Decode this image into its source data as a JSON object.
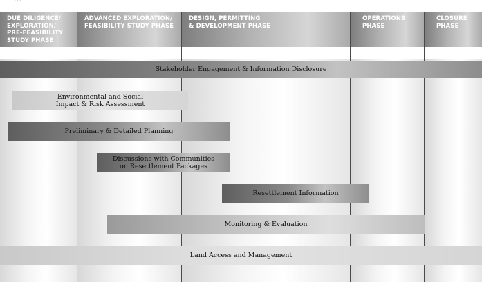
{
  "figure_caption": "…",
  "phases": [
    {
      "id": "due-diligence",
      "label": "DUE DILIGENCE/\nEXPLORATION/\nPRE-FEASIBILITY\nSTUDY PHASE"
    },
    {
      "id": "advanced-exploration",
      "label": "ADVANCED EXPLORATION/\nFEASIBILITY STUDY PHASE"
    },
    {
      "id": "design",
      "label": "DESIGN, PERMITTING\n& DEVELOPMENT PHASE"
    },
    {
      "id": "operations",
      "label": "OPERATIONS\nPHASE"
    },
    {
      "id": "closure",
      "label": "CLOSURE\nPHASE"
    }
  ],
  "activities": [
    {
      "id": "stakeholder",
      "label": "Stakeholder Engagement & Information Disclosure",
      "start_phase": "due-diligence",
      "end_phase": "closure"
    },
    {
      "id": "env-impact",
      "label": "Environmental and Social\nImpact & Risk Assessment",
      "start_phase": "due-diligence",
      "end_phase": "design"
    },
    {
      "id": "planning",
      "label": "Preliminary & Detailed Planning",
      "start_phase": "due-diligence",
      "end_phase": "design"
    },
    {
      "id": "discussions",
      "label": "Discussions with Communities\non Resettlement Packages",
      "start_phase": "advanced-exploration",
      "end_phase": "design"
    },
    {
      "id": "resettlement",
      "label": "Resettlement Information",
      "start_phase": "design",
      "end_phase": "operations"
    },
    {
      "id": "monitoring",
      "label": "Monitoring & Evaluation",
      "start_phase": "advanced-exploration",
      "end_phase": "operations"
    },
    {
      "id": "land-access",
      "label": "Land Access and Management",
      "start_phase": "due-diligence",
      "end_phase": "closure"
    }
  ],
  "colors": {
    "header_dark": "#7e7e7e",
    "bar_dark": "#5e5e5e",
    "bar_light": "#dcdcdc",
    "separator": "#4a4a4a"
  }
}
